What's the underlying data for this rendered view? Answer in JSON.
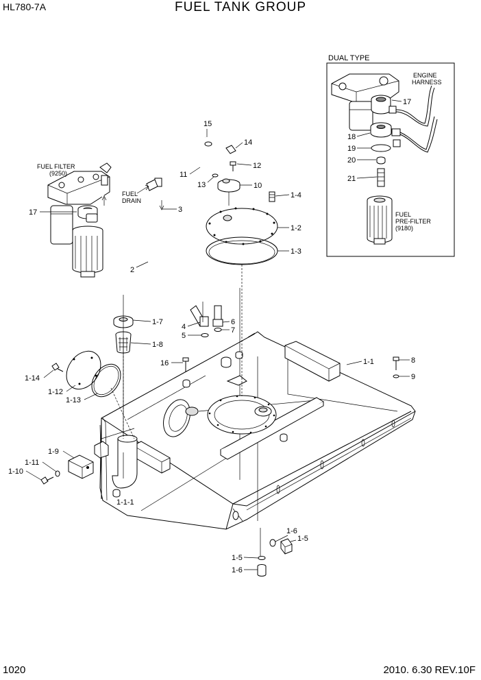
{
  "header": {
    "model": "HL780-7A",
    "title": "FUEL TANK GROUP"
  },
  "footer": {
    "page": "1020",
    "revision": "2010. 6.30  REV.10F"
  },
  "inset": {
    "title": "DUAL TYPE"
  },
  "notes": {
    "fuel_filter": "FUEL FILTER",
    "fuel_filter_code": "(9250)",
    "fuel_drain_1": "FUEL",
    "fuel_drain_2": "DRAIN",
    "engine_harness_1": "ENGINE",
    "engine_harness_2": "HARNESS",
    "prefilter_1": "FUEL",
    "prefilter_2": "PRE-FILTER",
    "prefilter_code": "(9180)"
  },
  "callouts": {
    "c15": "15",
    "c14": "14",
    "c12": "12",
    "c11": "11",
    "c13": "13",
    "c10": "10",
    "c14b": "1-4",
    "c12b": "1-2",
    "c13b": "1-3",
    "c3": "3",
    "c2": "2",
    "c17": "17",
    "c17b": "1-7",
    "c18b": "1-8",
    "c4": "4",
    "c5": "5",
    "c6": "6",
    "c7": "7",
    "c16": "16",
    "c11b": "1-1",
    "c8": "8",
    "c9": "9",
    "c114": "1-14",
    "c112": "1-12",
    "c113": "1-13",
    "c19b": "1-9",
    "c111": "1-11",
    "c110": "1-10",
    "c111b": "1-1-1",
    "c16a": "1-6",
    "c15a": "1-5",
    "c15b": "1-5",
    "c16b": "1-6",
    "i17": "17",
    "i18": "18",
    "i19": "19",
    "i20": "20",
    "i21": "21"
  }
}
